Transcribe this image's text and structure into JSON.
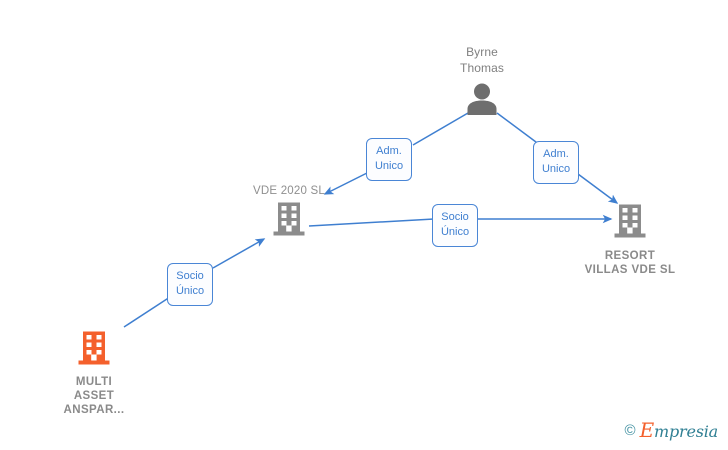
{
  "diagram": {
    "type": "corporate-relationship-graph",
    "background": "#ffffff",
    "edge_color": "#4a86d6",
    "company_icon_color": "#808080",
    "highlight_company_icon_color": "#f4602c",
    "person_icon_color": "#6e6e6e",
    "label_text_color": "#8a8a8a",
    "nodes": [
      {
        "id": "byrne-thomas",
        "kind": "person",
        "label": "Byrne\nThomas",
        "icon": "person-icon",
        "label_position": "above",
        "color": "#6e6e6e"
      },
      {
        "id": "vde-2020",
        "kind": "company",
        "label": "VDE 2020  SL",
        "icon": "building-icon",
        "label_position": "above",
        "color": "#808080"
      },
      {
        "id": "resort-villas-vde",
        "kind": "company",
        "label": "RESORT\nVILLAS VDE  SL",
        "icon": "building-icon",
        "label_position": "below",
        "color": "#808080"
      },
      {
        "id": "multi-asset-anspar",
        "kind": "company",
        "label": "MULTI\nASSET\nANSPAR...",
        "icon": "building-icon",
        "label_position": "below",
        "color": "#f4602c"
      }
    ],
    "edges": [
      {
        "id": "edge-byrne-vde",
        "from": "byrne-thomas",
        "to": "vde-2020",
        "label": "Adm.\nUnico"
      },
      {
        "id": "edge-byrne-resort",
        "from": "byrne-thomas",
        "to": "resort-villas-vde",
        "label": "Adm.\nUnico"
      },
      {
        "id": "edge-vde-resort",
        "from": "vde-2020",
        "to": "resort-villas-vde",
        "label": "Socio\nÚnico"
      },
      {
        "id": "edge-multiasset-vde",
        "from": "multi-asset-anspar",
        "to": "vde-2020",
        "label": "Socio\nÚnico"
      }
    ]
  },
  "watermark": {
    "copyright": "©",
    "brand_initial": "E",
    "brand_rest": "mpresia",
    "initial_color": "#f4602c",
    "text_color": "#2f7f93"
  }
}
